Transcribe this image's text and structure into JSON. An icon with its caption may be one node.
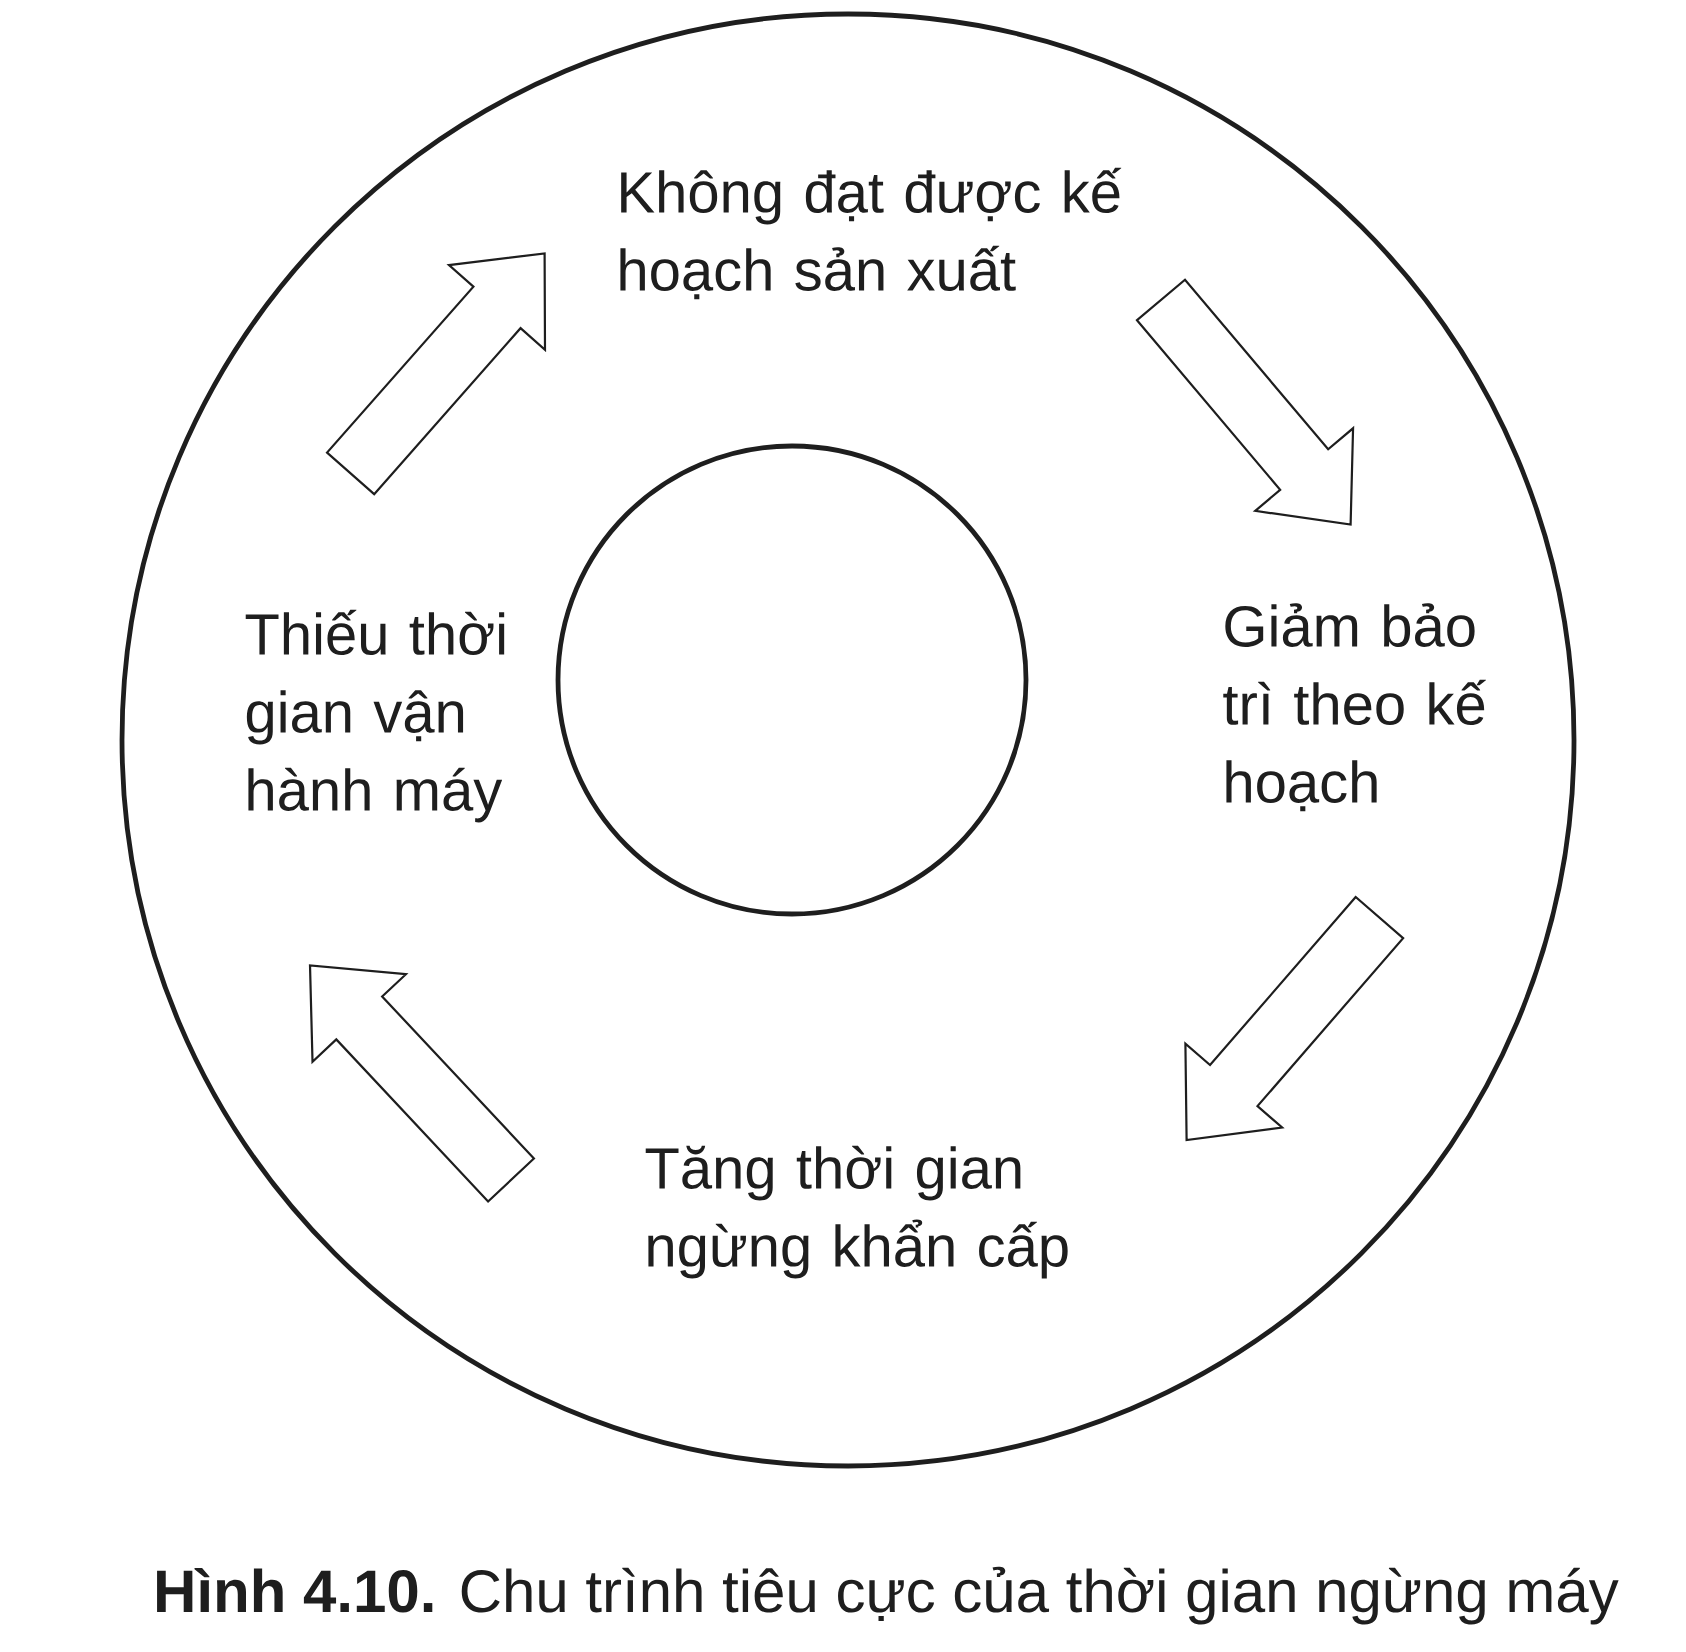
{
  "diagram": {
    "caption": "**Hình 4.10.** Chu trình tiêu cực của thời gian ngừng máy",
    "nodes": [
      {
        "text": [],
        "shape": "circle"
      },
      {
        "text": [
          "Không đạt được kế hoạch sản xuất"
        ],
        "in": 0
      },
      {
        "text": [
          "Thiếu thời gian vận hành máy"
        ],
        "in": 0
      },
      {
        "text": [],
        "shape": "circle",
        "in": 0
      },
      {
        "text": [
          "Giảm bảo trì theo kế hoạch"
        ],
        "in": 0
      },
      {
        "text": [
          "Tăng thời gian ngừng khẩn cấp"
        ],
        "in": 0
      }
    ],
    "edges": [
      {
        "from": 1,
        "to": 4,
        "arrow": "to"
      },
      {
        "from": 4,
        "to": 5,
        "arrow": "to"
      },
      {
        "from": 5,
        "to": 2,
        "arrow": "to"
      },
      {
        "from": 2,
        "to": 1,
        "arrow": "to"
      }
    ]
  }
}
